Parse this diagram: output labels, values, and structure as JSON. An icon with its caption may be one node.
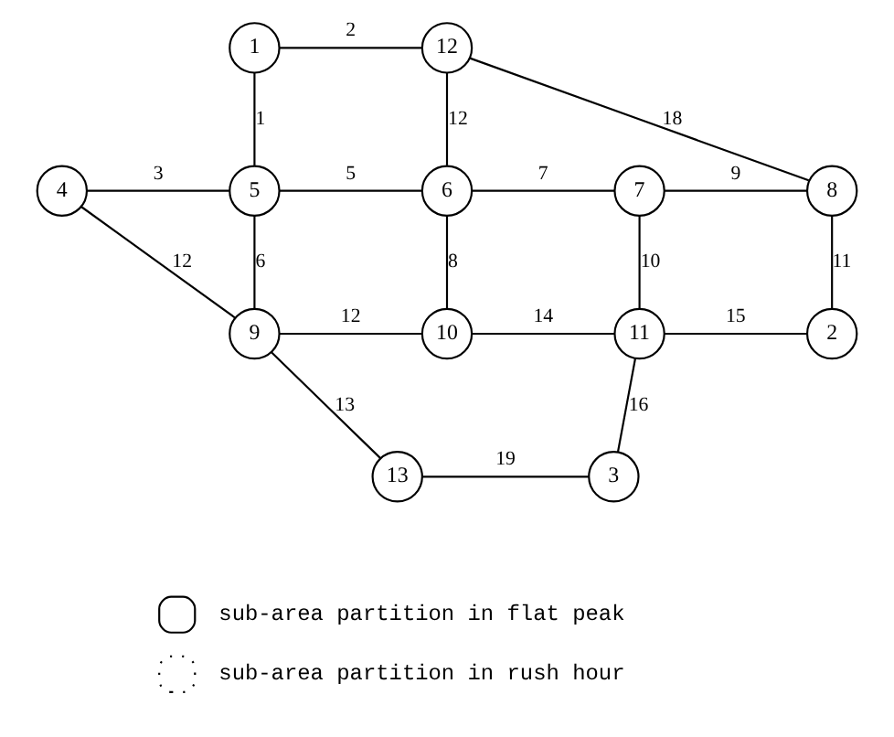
{
  "diagram": {
    "nodes": [
      {
        "text": [
          "1"
        ]
      },
      {
        "text": [
          "12"
        ]
      },
      {
        "text": [
          "4"
        ]
      },
      {
        "text": [
          "5"
        ]
      },
      {
        "text": [
          "6"
        ]
      },
      {
        "text": [
          "7"
        ]
      },
      {
        "text": [
          "8"
        ]
      },
      {
        "text": [
          "9"
        ]
      },
      {
        "text": [
          "10"
        ]
      },
      {
        "text": [
          "11"
        ]
      },
      {
        "text": [
          "2"
        ]
      },
      {
        "text": [
          "13"
        ]
      },
      {
        "text": [
          "3"
        ]
      }
    ],
    "edges": [
      {
        "from": 0,
        "to": 1,
        "arrow": "none",
        "label": "2"
      },
      {
        "from": 0,
        "to": 3,
        "arrow": "none",
        "label": "1"
      },
      {
        "from": 1,
        "to": 4,
        "arrow": "none",
        "label": "12"
      },
      {
        "from": 1,
        "to": 6,
        "arrow": "none",
        "label": "18"
      },
      {
        "from": 2,
        "to": 3,
        "arrow": "none",
        "label": "3"
      },
      {
        "from": 3,
        "to": 4,
        "arrow": "none",
        "label": "5"
      },
      {
        "from": 4,
        "to": 5,
        "arrow": "none",
        "label": "7"
      },
      {
        "from": 5,
        "to": 6,
        "arrow": "none",
        "label": "9"
      },
      {
        "from": 3,
        "to": 7,
        "arrow": "none",
        "label": "6"
      },
      {
        "from": 4,
        "to": 8,
        "arrow": "none",
        "label": "8"
      },
      {
        "from": 5,
        "to": 9,
        "arrow": "none",
        "label": "10"
      },
      {
        "from": 6,
        "to": 10,
        "arrow": "none",
        "label": "11"
      },
      {
        "from": 2,
        "to": 7,
        "arrow": "none",
        "label": "12"
      },
      {
        "from": 7,
        "to": 8,
        "arrow": "none",
        "label": "12"
      },
      {
        "from": 8,
        "to": 9,
        "arrow": "none",
        "label": "14"
      },
      {
        "from": 9,
        "to": 10,
        "arrow": "none",
        "label": "15"
      },
      {
        "from": 7,
        "to": 11,
        "arrow": "none",
        "label": "13"
      },
      {
        "from": 9,
        "to": 12,
        "arrow": "none",
        "label": "16"
      },
      {
        "from": 11,
        "to": 12,
        "arrow": "none",
        "label": "19"
      }
    ],
    "legend": [
      {
        "text": "sub-area partition in flat peak"
      },
      {
        "text": "sub-area partition in rush hour"
      }
    ]
  }
}
